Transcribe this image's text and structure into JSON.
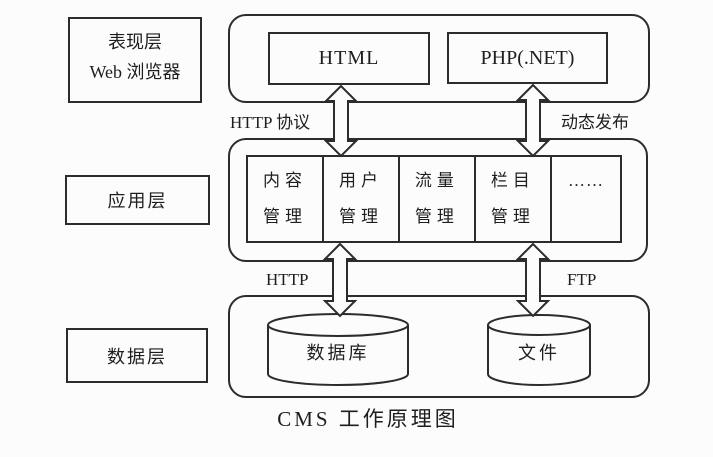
{
  "caption": "CMS 工作原理图",
  "colors": {
    "line": "#2c2c2c",
    "background": "#fcfcfc"
  },
  "presentation_layer": {
    "label_line1": "表现层",
    "label_line2": "Web 浏览器",
    "html_node": "HTML",
    "php_node": "PHP(.NET)"
  },
  "application_layer": {
    "label": "应用层",
    "modules": [
      {
        "line1": "内容",
        "line2": "管理"
      },
      {
        "line1": "用户",
        "line2": "管理"
      },
      {
        "line1": "流量",
        "line2": "管理"
      },
      {
        "line1": "栏目",
        "line2": "管理"
      },
      {
        "line1": "……",
        "line2": ""
      }
    ]
  },
  "data_layer": {
    "label": "数据层",
    "database": "数据库",
    "file": "文件"
  },
  "connections": {
    "http_protocol": "HTTP 协议",
    "dynamic_publish": "动态发布",
    "http": "HTTP",
    "ftp": "FTP"
  }
}
